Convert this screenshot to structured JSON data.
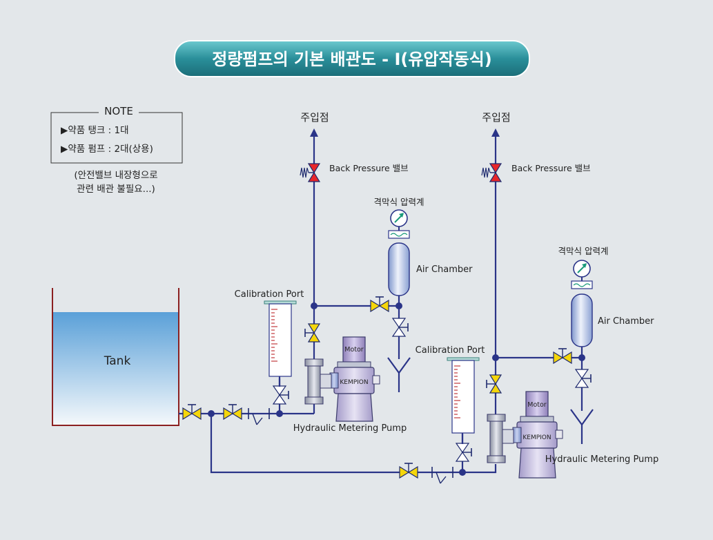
{
  "title": "정량펌프의 기본 배관도 - Ⅰ(유압작동식)",
  "note": {
    "header": "NOTE",
    "line1": "▶약품 탱크 : 1대",
    "line2": "▶약품 펌프 : 2대(상용)",
    "remark1": "(안전밸브 내장형으로",
    "remark2": "관련 배관 불필요...)"
  },
  "labels": {
    "tank": "Tank",
    "injection_point": "주입점",
    "back_pressure_valve": "Back Pressure 밸브",
    "pressure_gauge": "격막식 압력계",
    "air_chamber": "Air Chamber",
    "calibration_port": "Calibration Port",
    "pump": "Hydraulic Metering Pump",
    "motor": "Motor",
    "brand": "KEMPION"
  },
  "colors": {
    "pipe": "#2a3488",
    "valve_yellow": "#f5d60a",
    "valve_red": "#e8262a",
    "tank_liquid": "#5aa0d8",
    "tank_wall": "#8b2020",
    "title_bg": "#2a8f9a",
    "gauge_green": "#1a9a7a"
  }
}
